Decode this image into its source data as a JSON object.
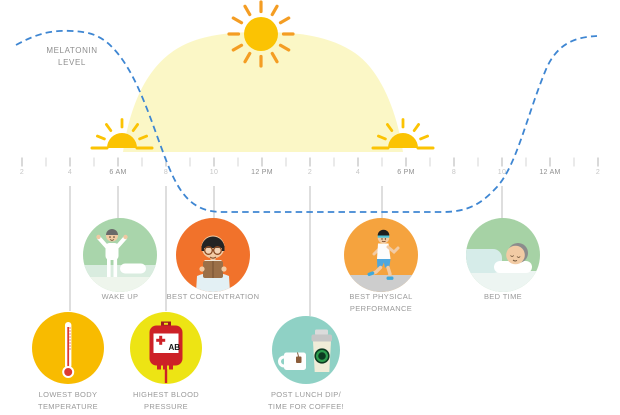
{
  "melatonin_label": {
    "line1": "MELATONIN",
    "line2": "LEVEL"
  },
  "timeline": {
    "tick_labels": [
      {
        "text": "2",
        "type": "minor"
      },
      {
        "text": "4",
        "type": "minor"
      },
      {
        "text": "6 AM",
        "type": "major"
      },
      {
        "text": "8",
        "type": "minor"
      },
      {
        "text": "10",
        "type": "minor"
      },
      {
        "text": "12 PM",
        "type": "major"
      },
      {
        "text": "2",
        "type": "minor"
      },
      {
        "text": "4",
        "type": "minor"
      },
      {
        "text": "6 PM",
        "type": "major"
      },
      {
        "text": "8",
        "type": "minor"
      },
      {
        "text": "10",
        "type": "minor"
      },
      {
        "text": "12 AM",
        "type": "major"
      },
      {
        "text": "2",
        "type": "minor"
      }
    ]
  },
  "events": {
    "wake_up": {
      "line1": "WAKE UP"
    },
    "best_concentration": {
      "line1": "BEST CONCENTRATION"
    },
    "best_physical": {
      "line1": "BEST PHYSICAL",
      "line2": "PERFORMANCE"
    },
    "bed_time": {
      "line1": "BED TIME"
    },
    "lowest_body_temp": {
      "line1": "LOWEST BODY",
      "line2": "TEMPERATURE"
    },
    "highest_blood_pressure": {
      "line1": "HIGHEST BLOOD",
      "line2": "PRESSURE"
    },
    "post_lunch": {
      "line1": "POST LUNCH DIP/",
      "line2": "TIME FOR COFFEE!"
    }
  },
  "blood_bag_text": "AB",
  "colors": {
    "daylight_dome": "#FBF7C6",
    "sun_gold": "#FBC303",
    "sun_ray_orange": "#F49D23",
    "melatonin_curve_blue": "#3E86D2",
    "wake_up_circle": "#A9D5AB",
    "concentration_circle": "#F1722B",
    "physical_circle": "#F5A33E",
    "bed_time_circle": "#A6D2A5",
    "body_temp_circle": "#F8BB00",
    "blood_pressure_circle": "#EDE414",
    "coffee_circle": "#8FD1C5"
  }
}
